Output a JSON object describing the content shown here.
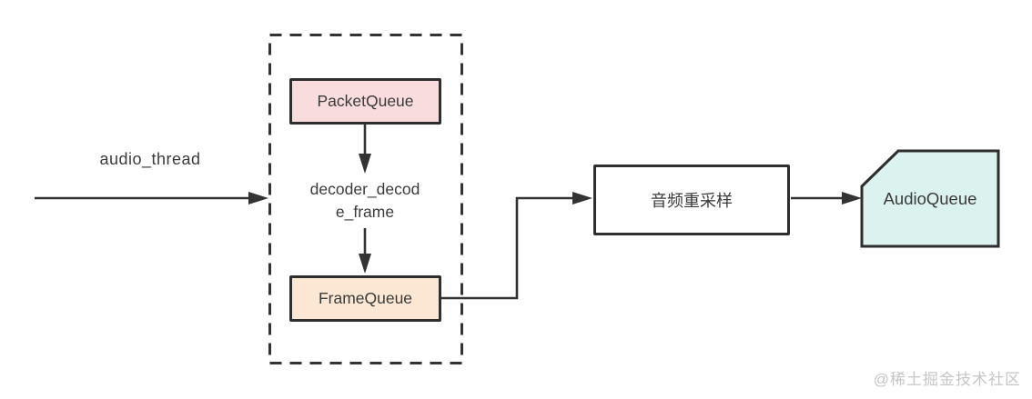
{
  "colors": {
    "line": "#333333",
    "node_border": "#2e2e2e",
    "text": "#3b3b3b",
    "watermark": "#c6c6c6"
  },
  "edges": {
    "audio_thread": {
      "label": "audio_thread"
    }
  },
  "nodes": {
    "packet_queue": {
      "label": "PacketQueue",
      "fill": "#f9dcdd"
    },
    "decoder": {
      "lines": [
        "decoder_decod",
        "e_frame"
      ]
    },
    "frame_queue": {
      "label": "FrameQueue",
      "fill": "#fbe7d3"
    },
    "resample": {
      "label": "音频重采样",
      "fill": "#ffffff"
    },
    "audio_queue": {
      "label": "AudioQueue",
      "fill": "#dbf2ef"
    }
  },
  "watermark": {
    "text": "@稀土掘金技术社区"
  }
}
